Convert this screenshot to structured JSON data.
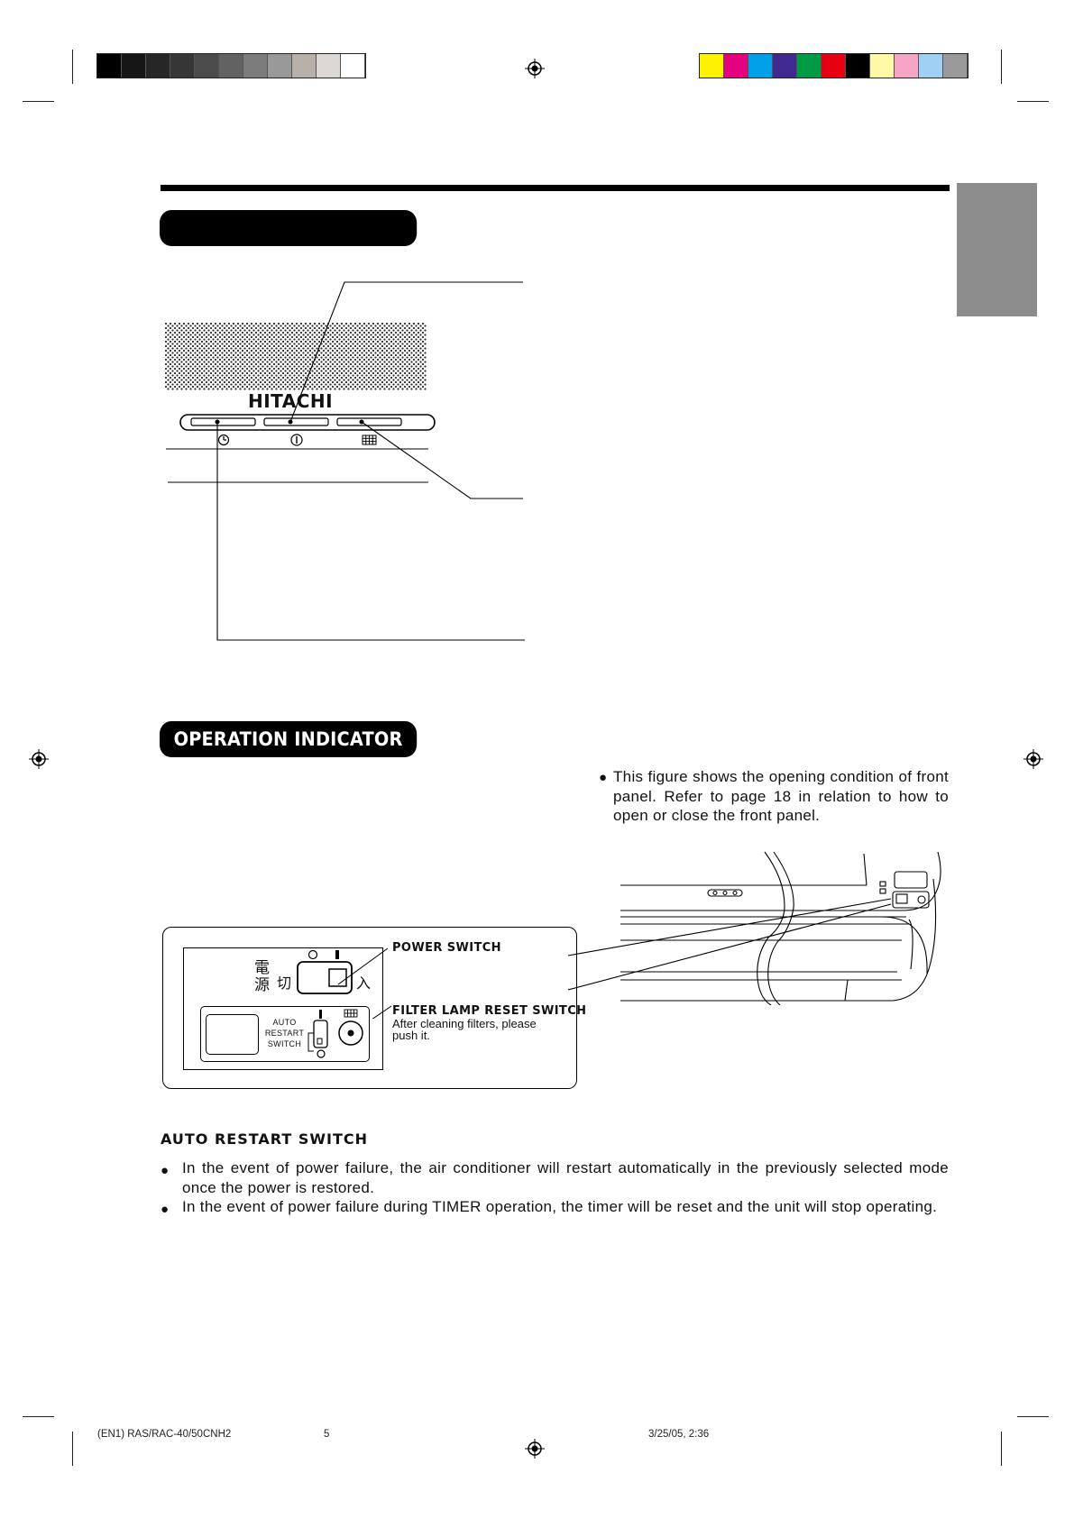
{
  "print_marks": {
    "gray_swatches": [
      "#000000",
      "#161616",
      "#262626",
      "#363636",
      "#4b4b4b",
      "#626262",
      "#7c7c7c",
      "#999999",
      "#b8b1aa",
      "#dcd9d4",
      "#ffffff"
    ],
    "color_swatches": [
      "#fff200",
      "#e4007f",
      "#00a0e9",
      "#40298f",
      "#009944",
      "#e60012",
      "#000000",
      "#fff9a8",
      "#f4a6c4",
      "#9ed1f3",
      "#9a9a9a"
    ]
  },
  "side_tab_color": "#8c8c8c",
  "section1": {
    "heading": "",
    "panel": {
      "brand": "HITACHI",
      "icons": [
        "timer-icon",
        "power-icon",
        "filter-icon"
      ]
    }
  },
  "section2": {
    "heading": "OPERATION INDICATOR",
    "note": "This figure shows the opening condition of front panel. Refer to page 18 in relation to how to open or close the front panel.",
    "callout": {
      "kanji_power_1": "電",
      "kanji_power_2": "源",
      "kanji_off": "切",
      "kanji_on": "入",
      "auto_restart_label": "AUTO\nRESTART\nSWITCH",
      "power_switch_label": "POWER SWITCH",
      "filter_reset_label": "FILTER LAMP RESET SWITCH",
      "filter_reset_desc": "After cleaning filters, please push it."
    },
    "auto_restart": {
      "title": "AUTO RESTART SWITCH",
      "bullets": [
        "In the event of power failure, the air conditioner will restart automatically in the previously selected mode once the power is restored.",
        "In the event of power failure during TIMER operation, the timer will be reset and the unit will stop operating."
      ]
    }
  },
  "footer": {
    "doc_code": "(EN1) RAS/RAC-40/50CNH2",
    "page": "5",
    "timestamp": "3/25/05, 2:36"
  }
}
